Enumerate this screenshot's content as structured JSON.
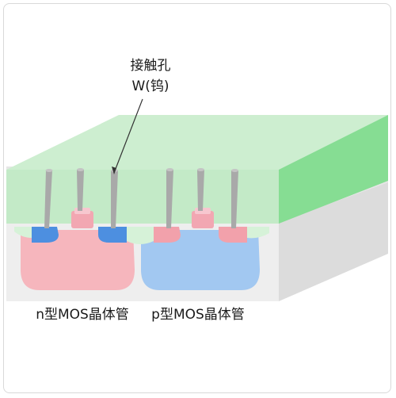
{
  "annotation": {
    "line1": "接触孔",
    "line2": "W(钨)"
  },
  "labels": {
    "nmos": "n型MOS晶体管",
    "pmos": "p型MOS晶体管"
  },
  "colors": {
    "oxide_top": "#c9eccc",
    "oxide_front": "#bfe8c3",
    "oxide_side": "#7fdc8f",
    "substrate_top": "#e9e9e9",
    "substrate_front": "#efefef",
    "substrate_side": "#dadada",
    "n_well": "#f7b8bd",
    "p_well": "#9fc8f2",
    "blue_region": "#4d90e0",
    "pink_region": "#f2a3ad",
    "gate": "#f3a9b4",
    "tungsten": "#a8a8a8"
  }
}
